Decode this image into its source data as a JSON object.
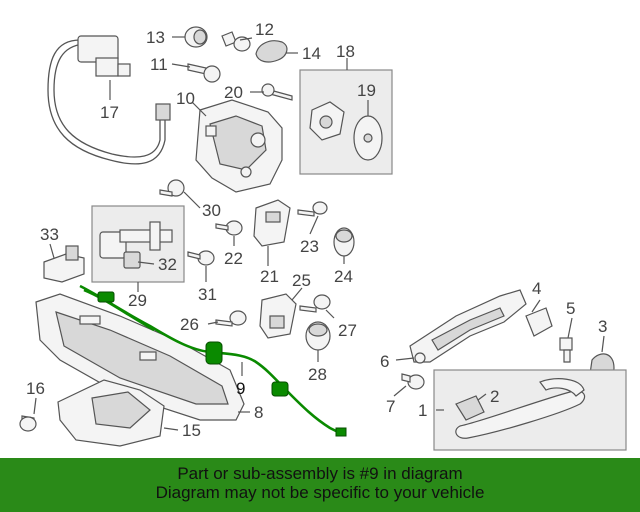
{
  "diagram": {
    "callouts": {
      "p1": "1",
      "p2": "2",
      "p3": "3",
      "p4": "4",
      "p5": "5",
      "p6": "6",
      "p7": "7",
      "p8": "8",
      "p9": "9",
      "p10": "10",
      "p11": "11",
      "p12": "12",
      "p13": "13",
      "p14": "14",
      "p15": "15",
      "p16": "16",
      "p17": "17",
      "p18": "18",
      "p19": "19",
      "p20": "20",
      "p21": "21",
      "p22": "22",
      "p23": "23",
      "p24": "24",
      "p25": "25",
      "p26": "26",
      "p27": "27",
      "p28": "28",
      "p29": "29",
      "p30": "30",
      "p31": "31",
      "p32": "32",
      "p33": "33"
    },
    "highlight_color": "#0a8a00"
  },
  "banner": {
    "line1": "Part or sub-assembly is #9 in diagram",
    "line2": "Diagram may not be specific to your vehicle",
    "background": "#2a8a18"
  }
}
